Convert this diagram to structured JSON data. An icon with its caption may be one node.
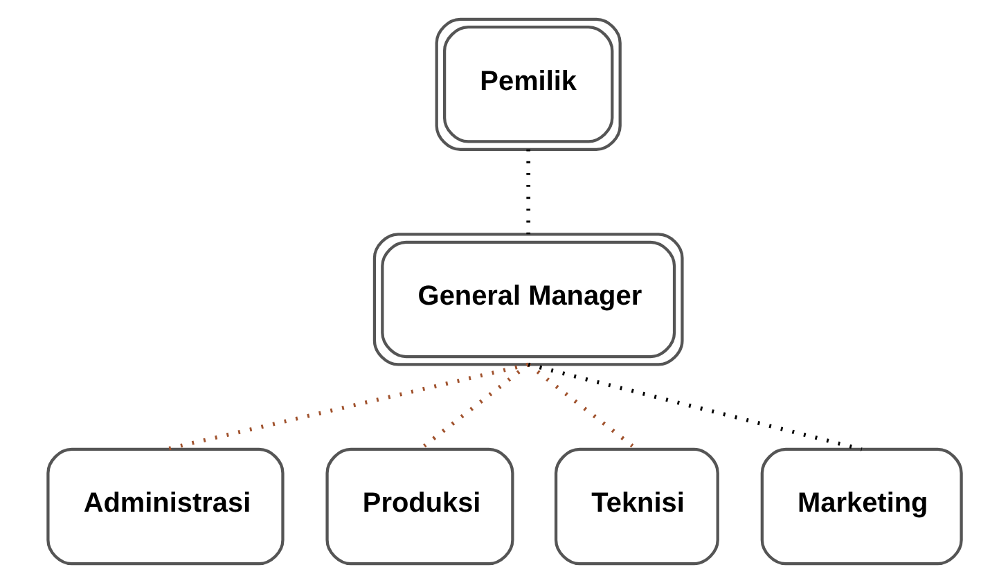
{
  "diagram": {
    "nodes": [
      {
        "text": [
          "Pemilik"
        ]
      },
      {
        "text": [
          "General Manager"
        ]
      },
      {
        "text": [
          "Administrasi"
        ]
      },
      {
        "text": [
          "Produksi"
        ]
      },
      {
        "text": [
          "Teknisi"
        ]
      },
      {
        "text": [
          "Marketing"
        ]
      }
    ],
    "edges": [
      {
        "from": 0,
        "to": 1,
        "arrow": "none",
        "style": "dashed",
        "color": "#000000"
      },
      {
        "from": 1,
        "to": 2,
        "arrow": "none",
        "style": "dashed",
        "color": "#a0522d"
      },
      {
        "from": 1,
        "to": 3,
        "arrow": "none",
        "style": "dashed",
        "color": "#a0522d"
      },
      {
        "from": 1,
        "to": 4,
        "arrow": "none",
        "style": "dashed",
        "color": "#a0522d"
      },
      {
        "from": 1,
        "to": 5,
        "arrow": "none",
        "style": "dashed",
        "color": "#000000"
      }
    ]
  }
}
